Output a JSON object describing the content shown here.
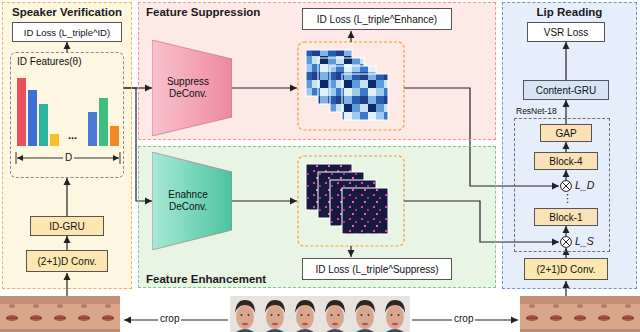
{
  "diagram": {
    "nodes": [
      {
        "text": [
          "Speaker Verification"
        ]
      },
      {
        "text": [
          "ID Loss (L_triple^ID)"
        ],
        "in": 0
      },
      {
        "text": [
          "ID Features(θ)"
        ],
        "in": 0
      },
      {
        "text": [
          "ID-GRU"
        ],
        "in": 0
      },
      {
        "text": [
          "(2+1)D Conv."
        ],
        "in": 0
      },
      {
        "text": [
          "Feature Suppression"
        ]
      },
      {
        "text": [
          "ID Loss (L_triple^Enhance)"
        ],
        "in": 5
      },
      {
        "text": [
          "Suppress DeConv."
        ],
        "in": 5
      },
      {
        "text": [
          "Feature Enhancement"
        ]
      },
      {
        "text": [
          "Enahnce DeConv."
        ],
        "in": 8
      },
      {
        "text": [
          "ID Loss (L_triple^Suppress)"
        ],
        "in": 8
      },
      {
        "text": [
          "Lip Reading"
        ]
      },
      {
        "text": [
          "VSR Loss"
        ],
        "in": 11
      },
      {
        "text": [
          "Content-GRU"
        ],
        "in": 11
      },
      {
        "text": [
          "ResNet-18"
        ],
        "in": 11
      },
      {
        "text": [
          "GAP"
        ],
        "in": 14
      },
      {
        "text": [
          "Block-4"
        ],
        "in": 14
      },
      {
        "text": [
          "L_D"
        ],
        "in": 14
      },
      {
        "text": [
          "Block-1"
        ],
        "in": 14
      },
      {
        "text": [
          "L_S"
        ],
        "in": 14
      },
      {
        "text": [
          "(2+1)D Conv."
        ],
        "in": 11
      }
    ],
    "edges": [
      {
        "from": 4,
        "to": 3,
        "arrow": "to"
      },
      {
        "from": 3,
        "to": 2,
        "arrow": "to"
      },
      {
        "from": 2,
        "to": 1,
        "arrow": "to"
      },
      {
        "from": 2,
        "to": 7,
        "arrow": "to"
      },
      {
        "from": 2,
        "to": 9,
        "arrow": "to"
      },
      {
        "from": 20,
        "to": 19,
        "arrow": "to"
      },
      {
        "from": 19,
        "to": 18,
        "arrow": "to"
      },
      {
        "from": 17,
        "to": 16,
        "arrow": "to"
      },
      {
        "from": 16,
        "to": 15,
        "arrow": "to"
      },
      {
        "from": 15,
        "to": 13,
        "arrow": "to"
      },
      {
        "from": 13,
        "to": 12,
        "arrow": "to"
      }
    ],
    "labels": [
      "...",
      "D",
      "⋮",
      "crop",
      "crop"
    ]
  }
}
